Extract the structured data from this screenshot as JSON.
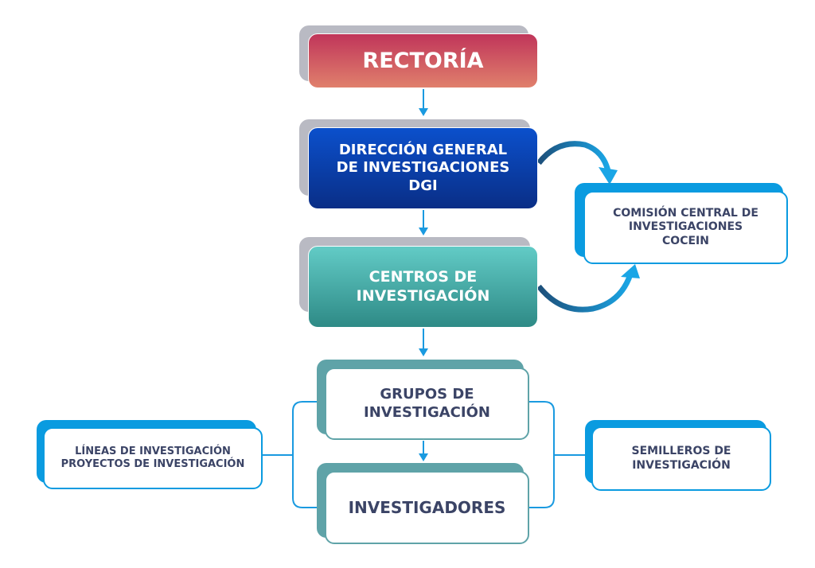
{
  "nodes": {
    "rectoria": "RECTORÍA",
    "dgi": "DIRECCIÓN GENERAL\nDE INVESTIGACIONES\nDGI",
    "centros": "CENTROS DE\nINVESTIGACIÓN",
    "cocein": "COMISIÓN CENTRAL DE\nINVESTIGACIONES\nCOCEIN",
    "grupos": "GRUPOS DE\nINVESTIGACIÓN",
    "investigadores": "INVESTIGADORES",
    "lineas": "LÍNEAS DE INVESTIGACIÓN\nPROYECTOS DE INVESTIGACIÓN",
    "semilleros": "SEMILLEROS DE\nINVESTIGACIÓN"
  },
  "colors": {
    "arrow": "#1a9ae0",
    "teal": "#5fa3a8",
    "text_dark": "#3b4466",
    "curve": "#1a6a8a"
  }
}
